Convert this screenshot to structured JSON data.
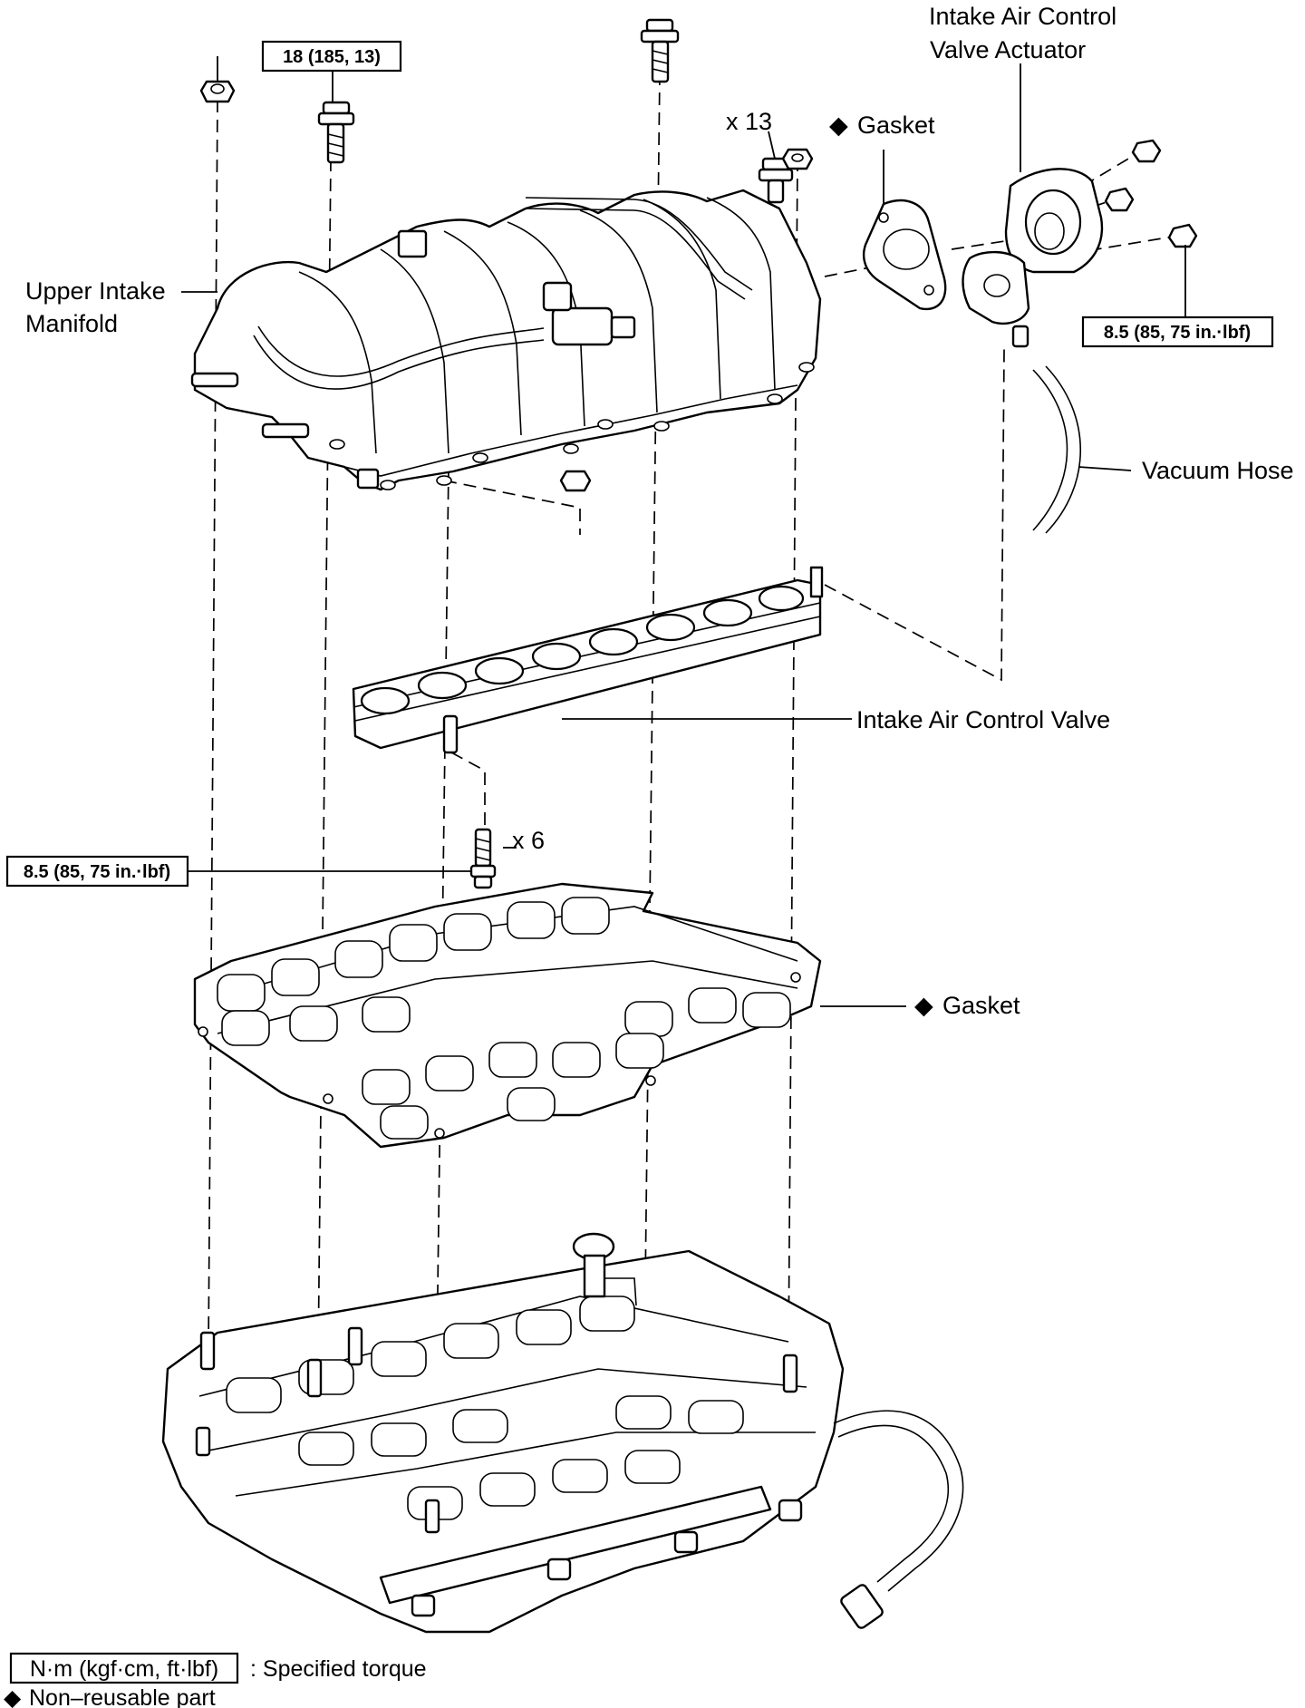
{
  "labels": {
    "actuator_line1": "Intake Air Control",
    "actuator_line2": "Valve Actuator",
    "gasket_top": "Gasket",
    "gasket_mid": "Gasket",
    "upper_manifold_line1": "Upper Intake",
    "upper_manifold_line2": "Manifold",
    "vacuum_hose": "Vacuum Hose",
    "intake_air_control_valve": "Intake Air Control Valve",
    "qty_13": "x 13",
    "qty_6": "x 6"
  },
  "torques": {
    "top_bolts": "18 (185, 13)",
    "actuator_nuts": "8.5 (85, 75 in.·lbf)",
    "valve_bolts": "8.5 (85, 75 in.·lbf)"
  },
  "legend": {
    "unit_box": "N·m (kgf·cm, ft·lbf)",
    "unit_desc": ": Specified torque",
    "nonreusable": "Non–reusable part"
  },
  "symbols": {
    "nonreusable_marker": "◆"
  }
}
